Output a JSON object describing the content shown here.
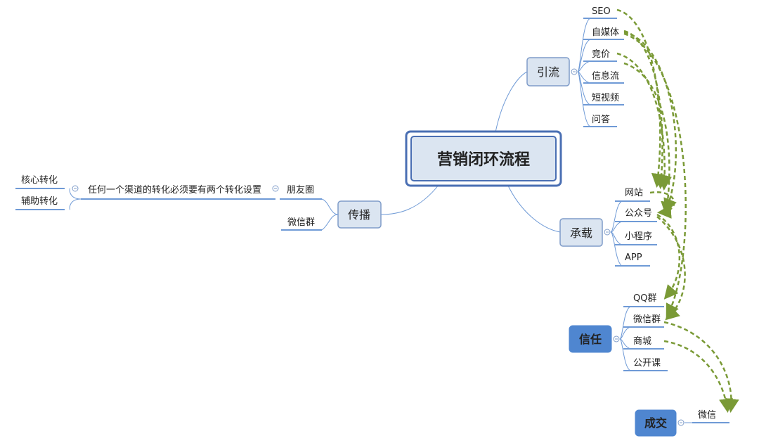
{
  "root": {
    "label": "营销闭环流程"
  },
  "branches": {
    "yinliu": {
      "label": "引流",
      "children": [
        "SEO",
        "自媒体",
        "竞价",
        "信息流",
        "短视频",
        "问答"
      ]
    },
    "chengzai": {
      "label": "承载",
      "children": [
        "网站",
        "公众号",
        "小程序",
        "APP"
      ]
    },
    "xinren": {
      "label": "信任",
      "children": [
        "QQ群",
        "微信群",
        "商城",
        "公开课"
      ]
    },
    "chengjiao": {
      "label": "成交",
      "children": [
        "微信"
      ]
    },
    "chuanbo": {
      "label": "传播",
      "children": [
        "朋友圈",
        "微信群"
      ],
      "note": "任何一个渠道的转化必须要有两个转化设置",
      "note_children": [
        "核心转化",
        "辅助转化"
      ]
    }
  },
  "colors": {
    "root_fill": "#dbe5f1",
    "root_border": "#4a6fb3",
    "branch_fill": "#dbe5f1",
    "branch_border": "#7f9cc9",
    "solid_fill": "#4f86d0",
    "connector": "#6f9ad6",
    "arrow": "#7a9a36"
  }
}
